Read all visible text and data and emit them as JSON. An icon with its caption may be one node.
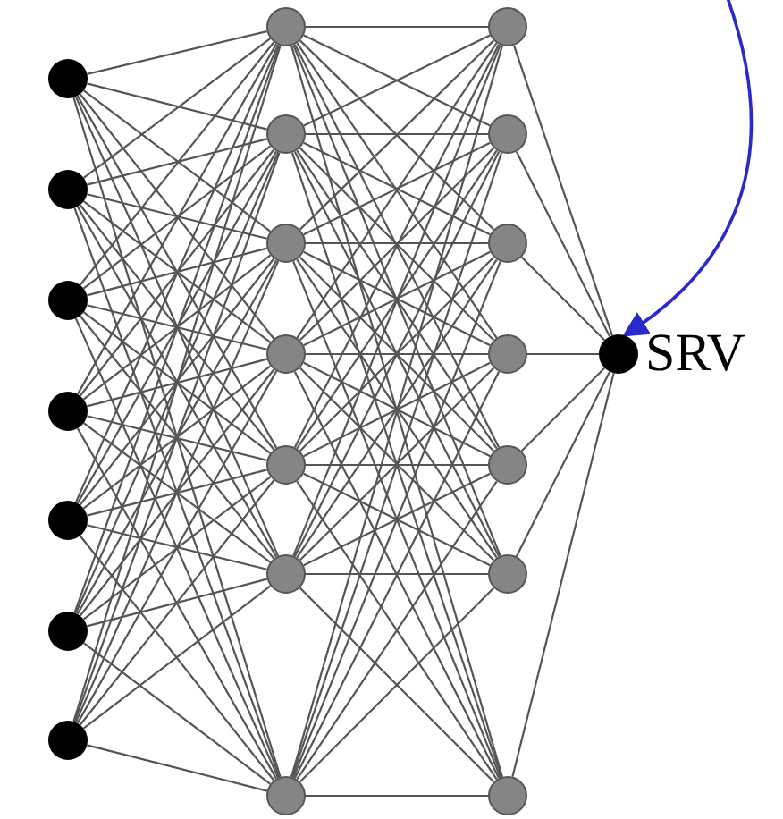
{
  "diagram": {
    "nodes": [
      {
        "text": [],
        "shape": "circle"
      },
      {
        "text": [],
        "shape": "circle"
      },
      {
        "text": [],
        "shape": "circle"
      },
      {
        "text": [],
        "shape": "circle"
      },
      {
        "text": [],
        "shape": "circle"
      },
      {
        "text": [],
        "shape": "circle"
      },
      {
        "text": [],
        "shape": "circle"
      },
      {
        "text": [],
        "shape": "circle"
      },
      {
        "text": [],
        "shape": "circle"
      },
      {
        "text": [],
        "shape": "circle"
      },
      {
        "text": [],
        "shape": "circle"
      },
      {
        "text": [],
        "shape": "circle"
      },
      {
        "text": [],
        "shape": "circle"
      },
      {
        "text": [],
        "shape": "circle"
      },
      {
        "text": [],
        "shape": "circle"
      },
      {
        "text": [],
        "shape": "circle"
      },
      {
        "text": [],
        "shape": "circle"
      },
      {
        "text": [],
        "shape": "circle"
      },
      {
        "text": [],
        "shape": "circle"
      },
      {
        "text": [],
        "shape": "circle"
      },
      {
        "text": [],
        "shape": "circle"
      },
      {
        "text": [],
        "shape": "circle",
        "beside": [
          "SRV"
        ]
      }
    ],
    "edges": [
      {
        "from": 0,
        "to": 7,
        "arrow": "none"
      },
      {
        "from": 0,
        "to": 8,
        "arrow": "none"
      },
      {
        "from": 0,
        "to": 9,
        "arrow": "none"
      },
      {
        "from": 0,
        "to": 10,
        "arrow": "none"
      },
      {
        "from": 0,
        "to": 11,
        "arrow": "none"
      },
      {
        "from": 0,
        "to": 12,
        "arrow": "none"
      },
      {
        "from": 0,
        "to": 13,
        "arrow": "none"
      },
      {
        "from": 1,
        "to": 7,
        "arrow": "none"
      },
      {
        "from": 1,
        "to": 8,
        "arrow": "none"
      },
      {
        "from": 1,
        "to": 9,
        "arrow": "none"
      },
      {
        "from": 1,
        "to": 10,
        "arrow": "none"
      },
      {
        "from": 1,
        "to": 11,
        "arrow": "none"
      },
      {
        "from": 1,
        "to": 12,
        "arrow": "none"
      },
      {
        "from": 1,
        "to": 13,
        "arrow": "none"
      },
      {
        "from": 2,
        "to": 7,
        "arrow": "none"
      },
      {
        "from": 2,
        "to": 8,
        "arrow": "none"
      },
      {
        "from": 2,
        "to": 9,
        "arrow": "none"
      },
      {
        "from": 2,
        "to": 10,
        "arrow": "none"
      },
      {
        "from": 2,
        "to": 11,
        "arrow": "none"
      },
      {
        "from": 2,
        "to": 12,
        "arrow": "none"
      },
      {
        "from": 2,
        "to": 13,
        "arrow": "none"
      },
      {
        "from": 3,
        "to": 7,
        "arrow": "none"
      },
      {
        "from": 3,
        "to": 8,
        "arrow": "none"
      },
      {
        "from": 3,
        "to": 9,
        "arrow": "none"
      },
      {
        "from": 3,
        "to": 10,
        "arrow": "none"
      },
      {
        "from": 3,
        "to": 11,
        "arrow": "none"
      },
      {
        "from": 3,
        "to": 12,
        "arrow": "none"
      },
      {
        "from": 3,
        "to": 13,
        "arrow": "none"
      },
      {
        "from": 4,
        "to": 7,
        "arrow": "none"
      },
      {
        "from": 4,
        "to": 8,
        "arrow": "none"
      },
      {
        "from": 4,
        "to": 9,
        "arrow": "none"
      },
      {
        "from": 4,
        "to": 10,
        "arrow": "none"
      },
      {
        "from": 4,
        "to": 11,
        "arrow": "none"
      },
      {
        "from": 4,
        "to": 12,
        "arrow": "none"
      },
      {
        "from": 4,
        "to": 13,
        "arrow": "none"
      },
      {
        "from": 5,
        "to": 7,
        "arrow": "none"
      },
      {
        "from": 5,
        "to": 8,
        "arrow": "none"
      },
      {
        "from": 5,
        "to": 9,
        "arrow": "none"
      },
      {
        "from": 5,
        "to": 10,
        "arrow": "none"
      },
      {
        "from": 5,
        "to": 11,
        "arrow": "none"
      },
      {
        "from": 5,
        "to": 12,
        "arrow": "none"
      },
      {
        "from": 5,
        "to": 13,
        "arrow": "none"
      },
      {
        "from": 6,
        "to": 7,
        "arrow": "none"
      },
      {
        "from": 6,
        "to": 8,
        "arrow": "none"
      },
      {
        "from": 6,
        "to": 9,
        "arrow": "none"
      },
      {
        "from": 6,
        "to": 10,
        "arrow": "none"
      },
      {
        "from": 6,
        "to": 11,
        "arrow": "none"
      },
      {
        "from": 6,
        "to": 12,
        "arrow": "none"
      },
      {
        "from": 6,
        "to": 13,
        "arrow": "none"
      },
      {
        "from": 7,
        "to": 14,
        "arrow": "none"
      },
      {
        "from": 7,
        "to": 15,
        "arrow": "none"
      },
      {
        "from": 7,
        "to": 16,
        "arrow": "none"
      },
      {
        "from": 7,
        "to": 17,
        "arrow": "none"
      },
      {
        "from": 7,
        "to": 18,
        "arrow": "none"
      },
      {
        "from": 7,
        "to": 19,
        "arrow": "none"
      },
      {
        "from": 7,
        "to": 20,
        "arrow": "none"
      },
      {
        "from": 8,
        "to": 14,
        "arrow": "none"
      },
      {
        "from": 8,
        "to": 15,
        "arrow": "none"
      },
      {
        "from": 8,
        "to": 16,
        "arrow": "none"
      },
      {
        "from": 8,
        "to": 17,
        "arrow": "none"
      },
      {
        "from": 8,
        "to": 18,
        "arrow": "none"
      },
      {
        "from": 8,
        "to": 19,
        "arrow": "none"
      },
      {
        "from": 8,
        "to": 20,
        "arrow": "none"
      },
      {
        "from": 9,
        "to": 14,
        "arrow": "none"
      },
      {
        "from": 9,
        "to": 15,
        "arrow": "none"
      },
      {
        "from": 9,
        "to": 16,
        "arrow": "none"
      },
      {
        "from": 9,
        "to": 17,
        "arrow": "none"
      },
      {
        "from": 9,
        "to": 18,
        "arrow": "none"
      },
      {
        "from": 9,
        "to": 19,
        "arrow": "none"
      },
      {
        "from": 9,
        "to": 20,
        "arrow": "none"
      },
      {
        "from": 10,
        "to": 14,
        "arrow": "none"
      },
      {
        "from": 10,
        "to": 15,
        "arrow": "none"
      },
      {
        "from": 10,
        "to": 16,
        "arrow": "none"
      },
      {
        "from": 10,
        "to": 17,
        "arrow": "none"
      },
      {
        "from": 10,
        "to": 18,
        "arrow": "none"
      },
      {
        "from": 10,
        "to": 19,
        "arrow": "none"
      },
      {
        "from": 10,
        "to": 20,
        "arrow": "none"
      },
      {
        "from": 11,
        "to": 14,
        "arrow": "none"
      },
      {
        "from": 11,
        "to": 15,
        "arrow": "none"
      },
      {
        "from": 11,
        "to": 16,
        "arrow": "none"
      },
      {
        "from": 11,
        "to": 17,
        "arrow": "none"
      },
      {
        "from": 11,
        "to": 18,
        "arrow": "none"
      },
      {
        "from": 11,
        "to": 19,
        "arrow": "none"
      },
      {
        "from": 11,
        "to": 20,
        "arrow": "none"
      },
      {
        "from": 12,
        "to": 14,
        "arrow": "none"
      },
      {
        "from": 12,
        "to": 15,
        "arrow": "none"
      },
      {
        "from": 12,
        "to": 16,
        "arrow": "none"
      },
      {
        "from": 12,
        "to": 17,
        "arrow": "none"
      },
      {
        "from": 12,
        "to": 18,
        "arrow": "none"
      },
      {
        "from": 12,
        "to": 19,
        "arrow": "none"
      },
      {
        "from": 12,
        "to": 20,
        "arrow": "none"
      },
      {
        "from": 13,
        "to": 14,
        "arrow": "none"
      },
      {
        "from": 13,
        "to": 15,
        "arrow": "none"
      },
      {
        "from": 13,
        "to": 16,
        "arrow": "none"
      },
      {
        "from": 13,
        "to": 17,
        "arrow": "none"
      },
      {
        "from": 13,
        "to": 18,
        "arrow": "none"
      },
      {
        "from": 13,
        "to": 19,
        "arrow": "none"
      },
      {
        "from": 13,
        "to": 20,
        "arrow": "none"
      },
      {
        "from": 14,
        "to": 21,
        "arrow": "none"
      },
      {
        "from": 15,
        "to": 21,
        "arrow": "none"
      },
      {
        "from": 16,
        "to": 21,
        "arrow": "none"
      },
      {
        "from": 17,
        "to": 21,
        "arrow": "none"
      },
      {
        "from": 18,
        "to": 21,
        "arrow": "none"
      },
      {
        "from": 19,
        "to": 21,
        "arrow": "none"
      },
      {
        "from": 20,
        "to": 21,
        "arrow": "none"
      },
      {
        "from": null,
        "to": 21,
        "arrow": "to",
        "color": "#2a2ac8"
      }
    ]
  }
}
